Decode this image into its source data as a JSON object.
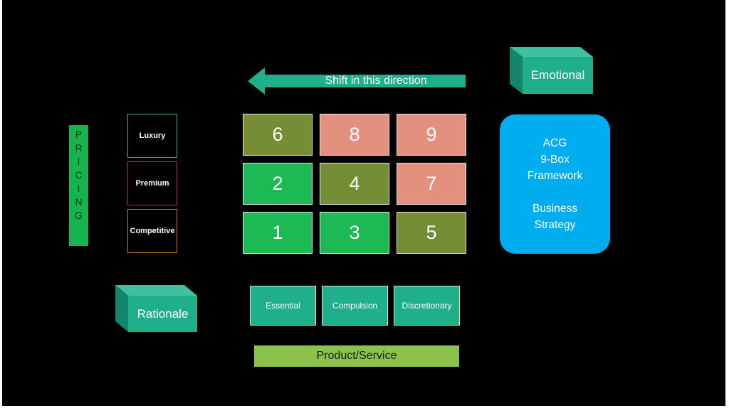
{
  "arrow": {
    "label": "Shift in this direction"
  },
  "emotional": {
    "label": "Emotional"
  },
  "rationale": {
    "label": "Rationale"
  },
  "pricing": {
    "letters": [
      "P",
      "R",
      "I",
      "C",
      "I",
      "N",
      "G"
    ]
  },
  "tiers": [
    {
      "label": "Luxury",
      "border": "#1fb089"
    },
    {
      "label": "Premium",
      "border": "#c0282d"
    },
    {
      "label": "Competitive",
      "border": "#c76f1a"
    }
  ],
  "grid": {
    "colors": {
      "olive": "#758e35",
      "salmon": "#e3907f",
      "green": "#1db955"
    },
    "rows": [
      [
        {
          "value": "6",
          "color": "olive"
        },
        {
          "value": "8",
          "color": "salmon"
        },
        {
          "value": "9",
          "color": "salmon"
        }
      ],
      [
        {
          "value": "2",
          "color": "green"
        },
        {
          "value": "4",
          "color": "olive"
        },
        {
          "value": "7",
          "color": "salmon"
        }
      ],
      [
        {
          "value": "1",
          "color": "green"
        },
        {
          "value": "3",
          "color": "green"
        },
        {
          "value": "5",
          "color": "olive"
        }
      ]
    ]
  },
  "categories": [
    "Essential",
    "Compulsion",
    "Discretionary"
  ],
  "product": {
    "label": "Product/Service"
  },
  "acg": {
    "line1": "ACG",
    "line2": "9-Box",
    "line3": "Framework",
    "line4": "Business",
    "line5": "Strategy"
  }
}
